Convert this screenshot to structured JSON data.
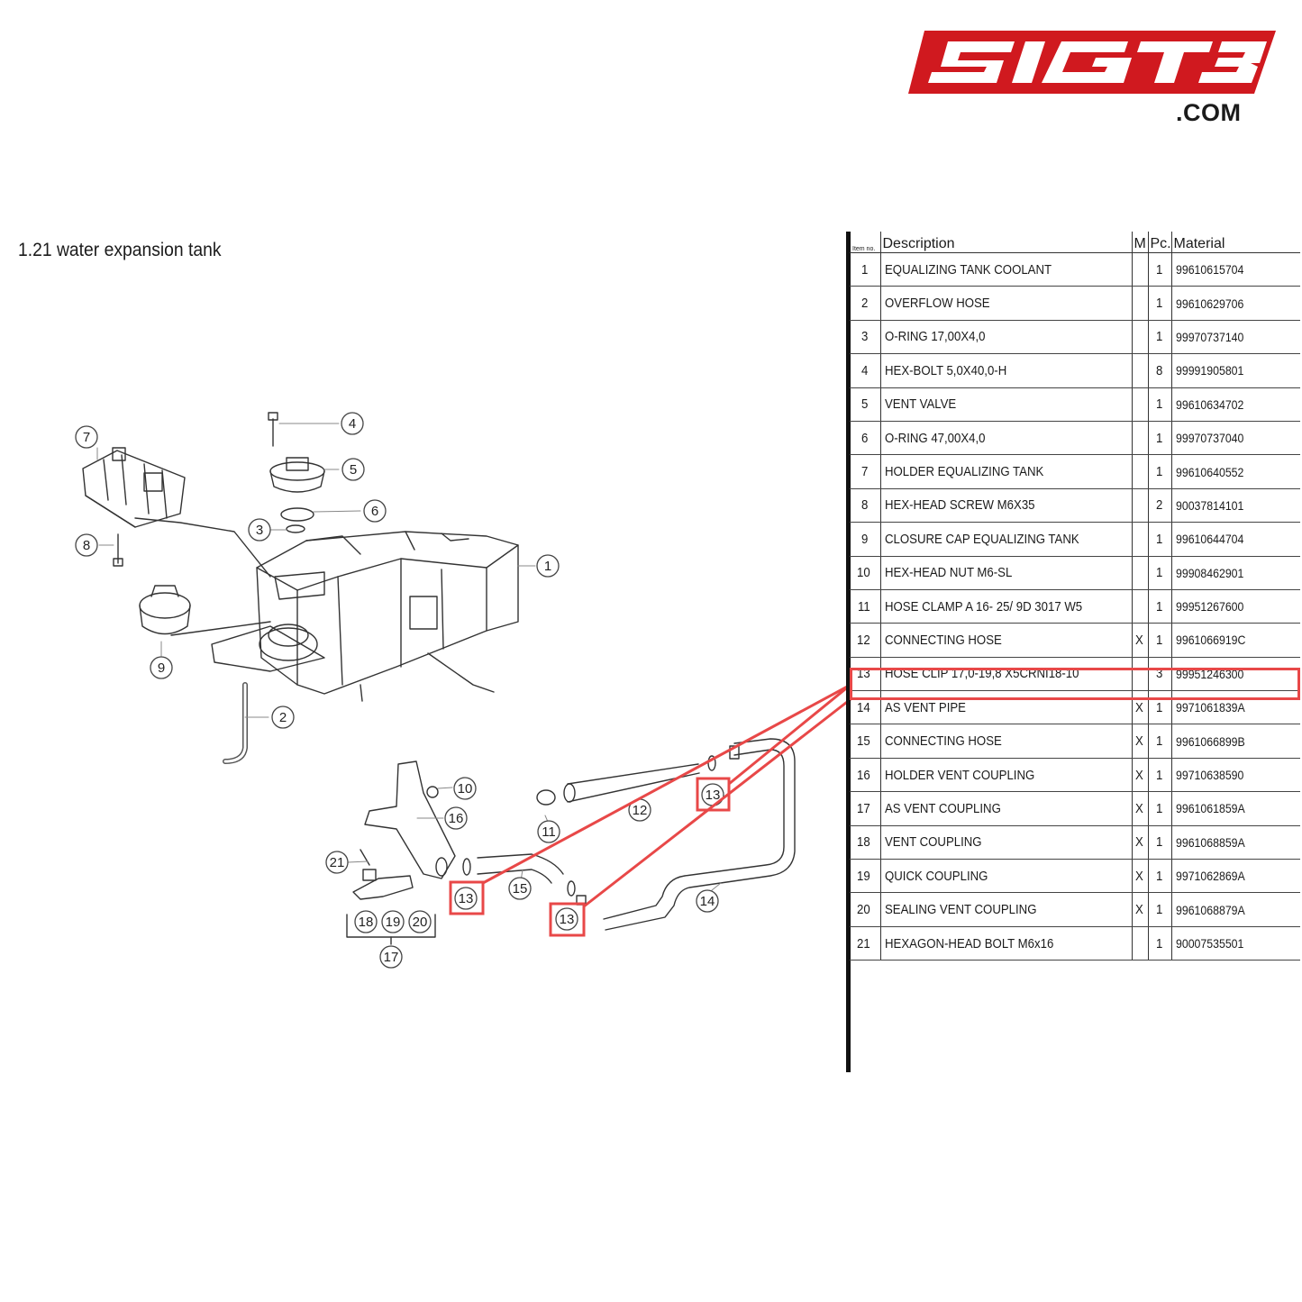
{
  "logo": {
    "text": "SIGT3",
    "domain": ".COM",
    "color": "#d0191f"
  },
  "section_title": "1.21  water expansion tank",
  "highlight_color": "#e84848",
  "table": {
    "headers": {
      "item": "Item no.",
      "description": "Description",
      "m": "M",
      "pc": "Pc.",
      "material": "Material"
    },
    "highlighted_item": "13",
    "rows": [
      {
        "item": "1",
        "description": "EQUALIZING TANK COOLANT",
        "m": "",
        "pc": "1",
        "material": "99610615704"
      },
      {
        "item": "2",
        "description": "OVERFLOW HOSE",
        "m": "",
        "pc": "1",
        "material": "99610629706"
      },
      {
        "item": "3",
        "description": "O-RING 17,00X4,0",
        "m": "",
        "pc": "1",
        "material": "99970737140"
      },
      {
        "item": "4",
        "description": "HEX-BOLT 5,0X40,0-H",
        "m": "",
        "pc": "8",
        "material": "99991905801"
      },
      {
        "item": "5",
        "description": "VENT VALVE",
        "m": "",
        "pc": "1",
        "material": "99610634702"
      },
      {
        "item": "6",
        "description": "O-RING 47,00X4,0",
        "m": "",
        "pc": "1",
        "material": "99970737040"
      },
      {
        "item": "7",
        "description": "HOLDER EQUALIZING TANK",
        "m": "",
        "pc": "1",
        "material": "99610640552"
      },
      {
        "item": "8",
        "description": "HEX-HEAD SCREW M6X35",
        "m": "",
        "pc": "2",
        "material": "90037814101"
      },
      {
        "item": "9",
        "description": "CLOSURE CAP EQUALIZING TANK",
        "m": "",
        "pc": "1",
        "material": "99610644704"
      },
      {
        "item": "10",
        "description": "HEX-HEAD NUT M6-SL",
        "m": "",
        "pc": "1",
        "material": "99908462901"
      },
      {
        "item": "11",
        "description": "HOSE CLAMP A 16- 25/ 9D 3017 W5",
        "m": "",
        "pc": "1",
        "material": "99951267600"
      },
      {
        "item": "12",
        "description": "CONNECTING HOSE",
        "m": "X",
        "pc": "1",
        "material": "9961066919C"
      },
      {
        "item": "13",
        "description": "HOSE CLIP 17,0-19,8 X5CRNI18-10",
        "m": "",
        "pc": "3",
        "material": "99951246300"
      },
      {
        "item": "14",
        "description": "AS VENT PIPE",
        "m": "X",
        "pc": "1",
        "material": "9971061839A"
      },
      {
        "item": "15",
        "description": "CONNECTING HOSE",
        "m": "X",
        "pc": "1",
        "material": "9961066899B"
      },
      {
        "item": "16",
        "description": "HOLDER VENT COUPLING",
        "m": "X",
        "pc": "1",
        "material": "99710638590"
      },
      {
        "item": "17",
        "description": "AS VENT COUPLING",
        "m": "X",
        "pc": "1",
        "material": "9961061859A"
      },
      {
        "item": "18",
        "description": "VENT COUPLING",
        "m": "X",
        "pc": "1",
        "material": "9961068859A"
      },
      {
        "item": "19",
        "description": "QUICK COUPLING",
        "m": "X",
        "pc": "1",
        "material": "9971062869A"
      },
      {
        "item": "20",
        "description": "SEALING VENT COUPLING",
        "m": "X",
        "pc": "1",
        "material": "9961068879A"
      },
      {
        "item": "21",
        "description": "HEXAGON-HEAD BOLT M6x16",
        "m": "",
        "pc": "1",
        "material": "90007535501"
      }
    ]
  },
  "callouts": [
    "1",
    "2",
    "3",
    "4",
    "5",
    "6",
    "7",
    "8",
    "9",
    "10",
    "11",
    "12",
    "13",
    "13",
    "13",
    "14",
    "15",
    "16",
    "17",
    "18",
    "19",
    "20",
    "21"
  ]
}
